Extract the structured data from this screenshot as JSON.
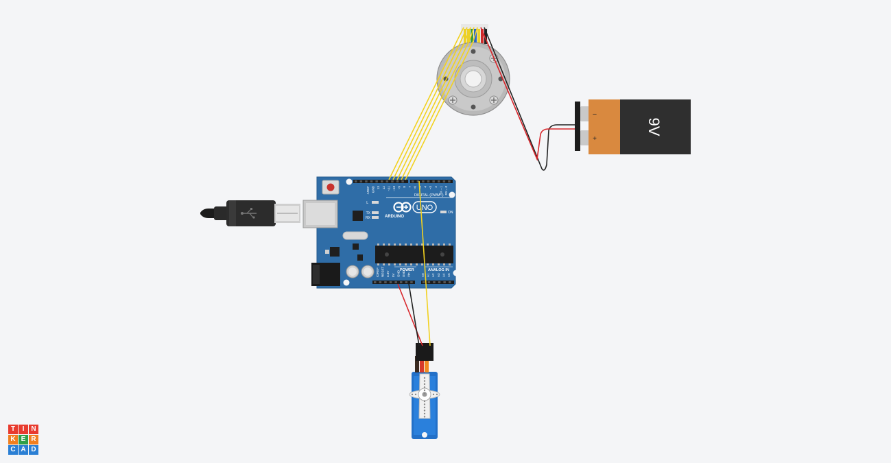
{
  "colors": {
    "canvas_bg": "#f4f5f7",
    "board_blue": "#2f6da7",
    "wire_yellow": "#f2d11f",
    "wire_red": "#d8262b",
    "wire_black": "#222222",
    "battery_orange": "#d9893f",
    "battery_body": "#2f2f2f",
    "servo_blue": "#2270c8"
  },
  "board": {
    "icons": [
      "usb-connector-icon",
      "reset-button-icon",
      "power-jack-icon"
    ],
    "pin_labels_digital": [
      "AREF",
      "GND",
      "13",
      "12",
      "~11",
      "~10",
      "~9",
      "8",
      "7",
      "~6",
      "~5",
      "4",
      "~3",
      "2",
      "TX→1",
      "RX←0"
    ],
    "digital_label": "DIGITAL (PWM~)",
    "brand": "UNO",
    "brand_sub": "ARDUINO",
    "led_l": "L",
    "led_tx": "TX",
    "led_rx": "RX",
    "on_label": "ON",
    "power_label": "POWER",
    "analog_label": "ANALOG IN",
    "power_pins": [
      "IOREF",
      "RESET",
      "3.3V",
      "5V",
      "GND",
      "GND",
      "Vin"
    ],
    "analog_pins": [
      "A0",
      "A1",
      "A2",
      "A3",
      "A4",
      "A5"
    ]
  },
  "battery": {
    "voltage": "9V",
    "minus": "−",
    "plus": "+"
  },
  "motor": {
    "icon": "stepper-motor-icon"
  },
  "servo": {
    "icon": "servo-motor-icon"
  },
  "logo": {
    "letters": [
      "T",
      "I",
      "N",
      "K",
      "E",
      "R",
      "C",
      "A",
      "D"
    ],
    "colors": [
      "#e83b2e",
      "#e83b2e",
      "#e83b2e",
      "#f07f1f",
      "#2e9f48",
      "#f07f1f",
      "#2a7fd4",
      "#2a7fd4",
      "#2a7fd4"
    ]
  }
}
